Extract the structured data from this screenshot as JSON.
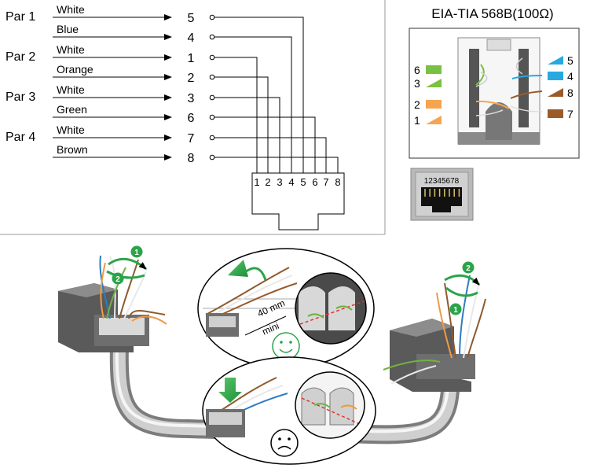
{
  "wiring": {
    "pairs": [
      {
        "label": "Par 1",
        "wires": [
          {
            "color_name": "White",
            "pin": "5"
          },
          {
            "color_name": "Blue",
            "pin": "4"
          }
        ]
      },
      {
        "label": "Par 2",
        "wires": [
          {
            "color_name": "White",
            "pin": "1"
          },
          {
            "color_name": "Orange",
            "pin": "2"
          }
        ]
      },
      {
        "label": "Par 3",
        "wires": [
          {
            "color_name": "White",
            "pin": "3"
          },
          {
            "color_name": "Green",
            "pin": "6"
          }
        ]
      },
      {
        "label": "Par 4",
        "wires": [
          {
            "color_name": "White",
            "pin": "7"
          },
          {
            "color_name": "Brown",
            "pin": "8"
          }
        ]
      }
    ],
    "connector_pins": [
      "1",
      "2",
      "3",
      "4",
      "5",
      "6",
      "7",
      "8"
    ]
  },
  "standard": {
    "title": "EIA-TIA 568B(100Ω)",
    "left_labels": [
      "6",
      "3",
      "2",
      "1"
    ],
    "right_labels": [
      "5",
      "4",
      "8",
      "7"
    ],
    "left_colors": [
      "#7ac143",
      "#7ac143",
      "#f7a451",
      "#f7a451"
    ],
    "right_colors": [
      "#29a8e0",
      "#29a8e0",
      "#9b5a2a",
      "#9b5a2a"
    ],
    "jack_pins": "12345678"
  },
  "assembly": {
    "steps": [
      "1",
      "2"
    ],
    "measure_value": "40 mm",
    "measure_note": "mini",
    "good_face": "happy-face",
    "bad_face": "sad-face",
    "step_color": "#2ba34a",
    "arrow_color": "#2ba34a"
  }
}
